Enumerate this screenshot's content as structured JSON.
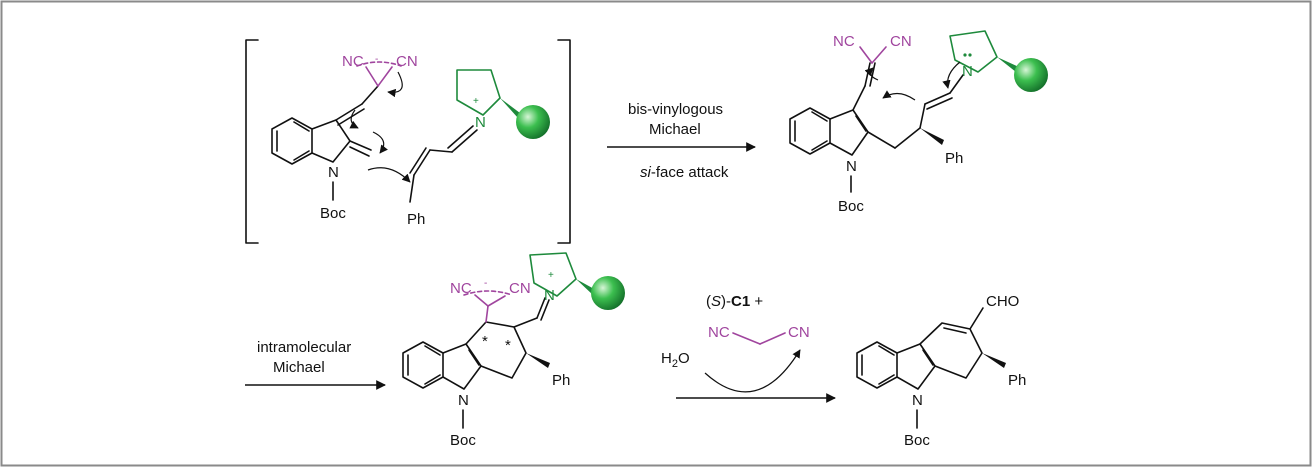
{
  "steps": {
    "step1_line1": "bis-vinylogous",
    "step1_line2": "Michael",
    "step1_face_italic": "si",
    "step1_face_rest": "-face attack",
    "step2_line1": "intramolecular",
    "step2_line2": "Michael",
    "water_H": "H",
    "water_sub": "2",
    "water_O": "O",
    "byproduct_open": "(",
    "byproduct_S": "S",
    "byproduct_close": ")-",
    "byproduct_C1": "C1",
    "byproduct_plus": " +"
  },
  "atoms": {
    "NC": "NC",
    "CN": "CN",
    "N": "N",
    "Boc": "Boc",
    "Ph": "Ph",
    "CHO": "CHO",
    "plus": "+",
    "minus": "-",
    "star": "*"
  },
  "colors": {
    "frame": "#8a8a8a",
    "malononitrile": "#a0459e",
    "catalyst": "#1e8a3c",
    "sphere": "#3cbf4f"
  }
}
